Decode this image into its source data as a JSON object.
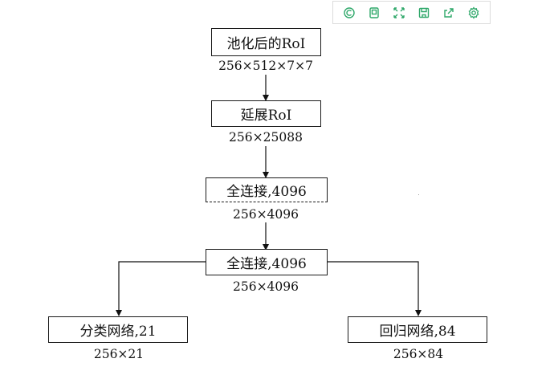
{
  "toolbar": {
    "buttons": [
      {
        "icon": "zoom-icon"
      },
      {
        "icon": "copy-icon"
      },
      {
        "icon": "fullscreen-icon"
      },
      {
        "icon": "save-icon"
      },
      {
        "icon": "share-icon"
      },
      {
        "icon": "settings-icon"
      }
    ],
    "accent": "#2fa86a"
  },
  "diagram": {
    "nodes": [
      {
        "label": "池化后的RoI",
        "dims": "256×512×7×7"
      },
      {
        "label": "延展RoI",
        "dims": "256×25088"
      },
      {
        "label": "全连接,4096",
        "dims": "256×4096"
      },
      {
        "label": "全连接,4096",
        "dims": "256×4096"
      },
      {
        "label": "分类网络,21",
        "dims": "256×21"
      },
      {
        "label": "回归网络,84",
        "dims": "256×84"
      }
    ]
  }
}
